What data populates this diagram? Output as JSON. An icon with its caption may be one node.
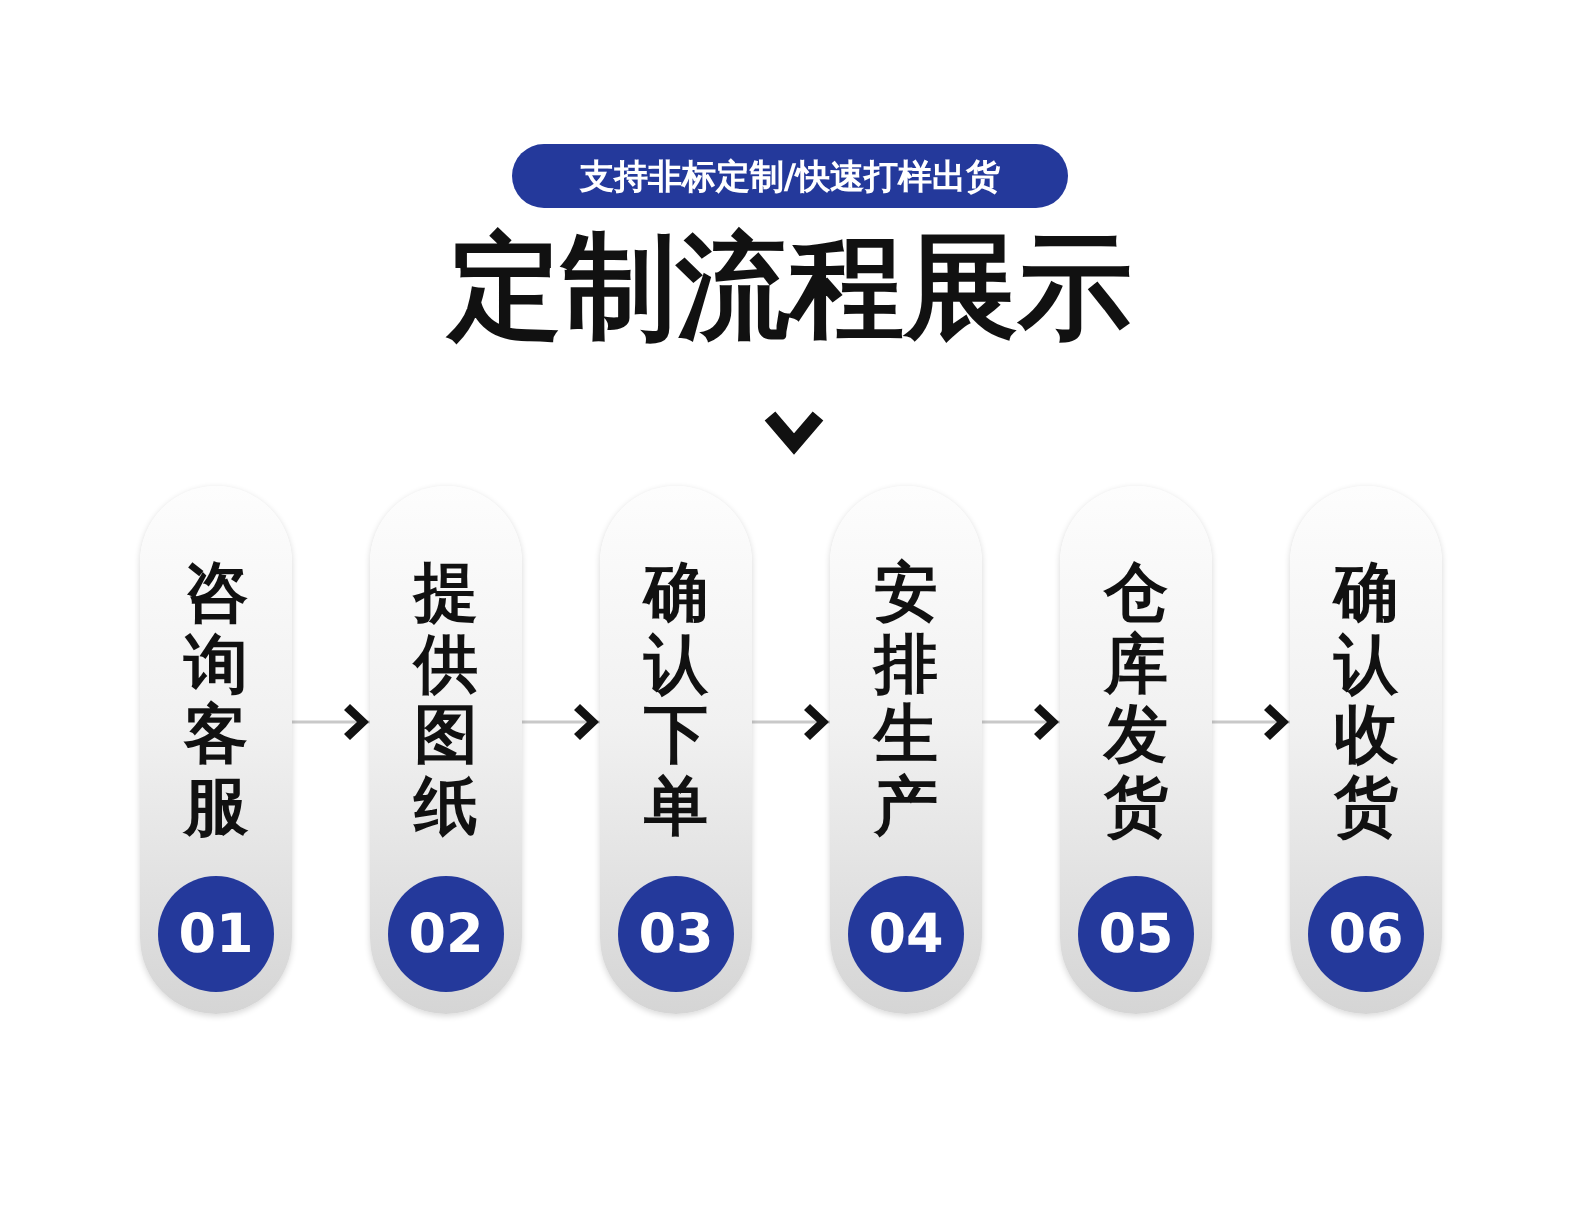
{
  "diagram": {
    "title": "定制流程展示",
    "nodes": [
      {
        "text": [
          "支持非标定制/快速打样出货"
        ]
      },
      {
        "text": [
          "咨询客服"
        ]
      },
      {
        "text": [
          "01"
        ],
        "in": 1
      },
      {
        "text": [
          "提供图纸"
        ]
      },
      {
        "text": [
          "02"
        ],
        "in": 3
      },
      {
        "text": [
          "确认下单"
        ]
      },
      {
        "text": [
          "03"
        ],
        "in": 5
      },
      {
        "text": [
          "安排生产"
        ]
      },
      {
        "text": [
          "04"
        ],
        "in": 7
      },
      {
        "text": [
          "仓库发货"
        ]
      },
      {
        "text": [
          "05"
        ],
        "in": 9
      },
      {
        "text": [
          "确认收货"
        ]
      },
      {
        "text": [
          "06"
        ],
        "in": 11
      }
    ],
    "edges": [
      {
        "from": 1,
        "to": 3,
        "arrow": "to"
      },
      {
        "from": 3,
        "to": 5,
        "arrow": "to"
      },
      {
        "from": 5,
        "to": 7,
        "arrow": "to"
      },
      {
        "from": 7,
        "to": 9,
        "arrow": "to"
      },
      {
        "from": 9,
        "to": 11,
        "arrow": "to"
      }
    ]
  }
}
